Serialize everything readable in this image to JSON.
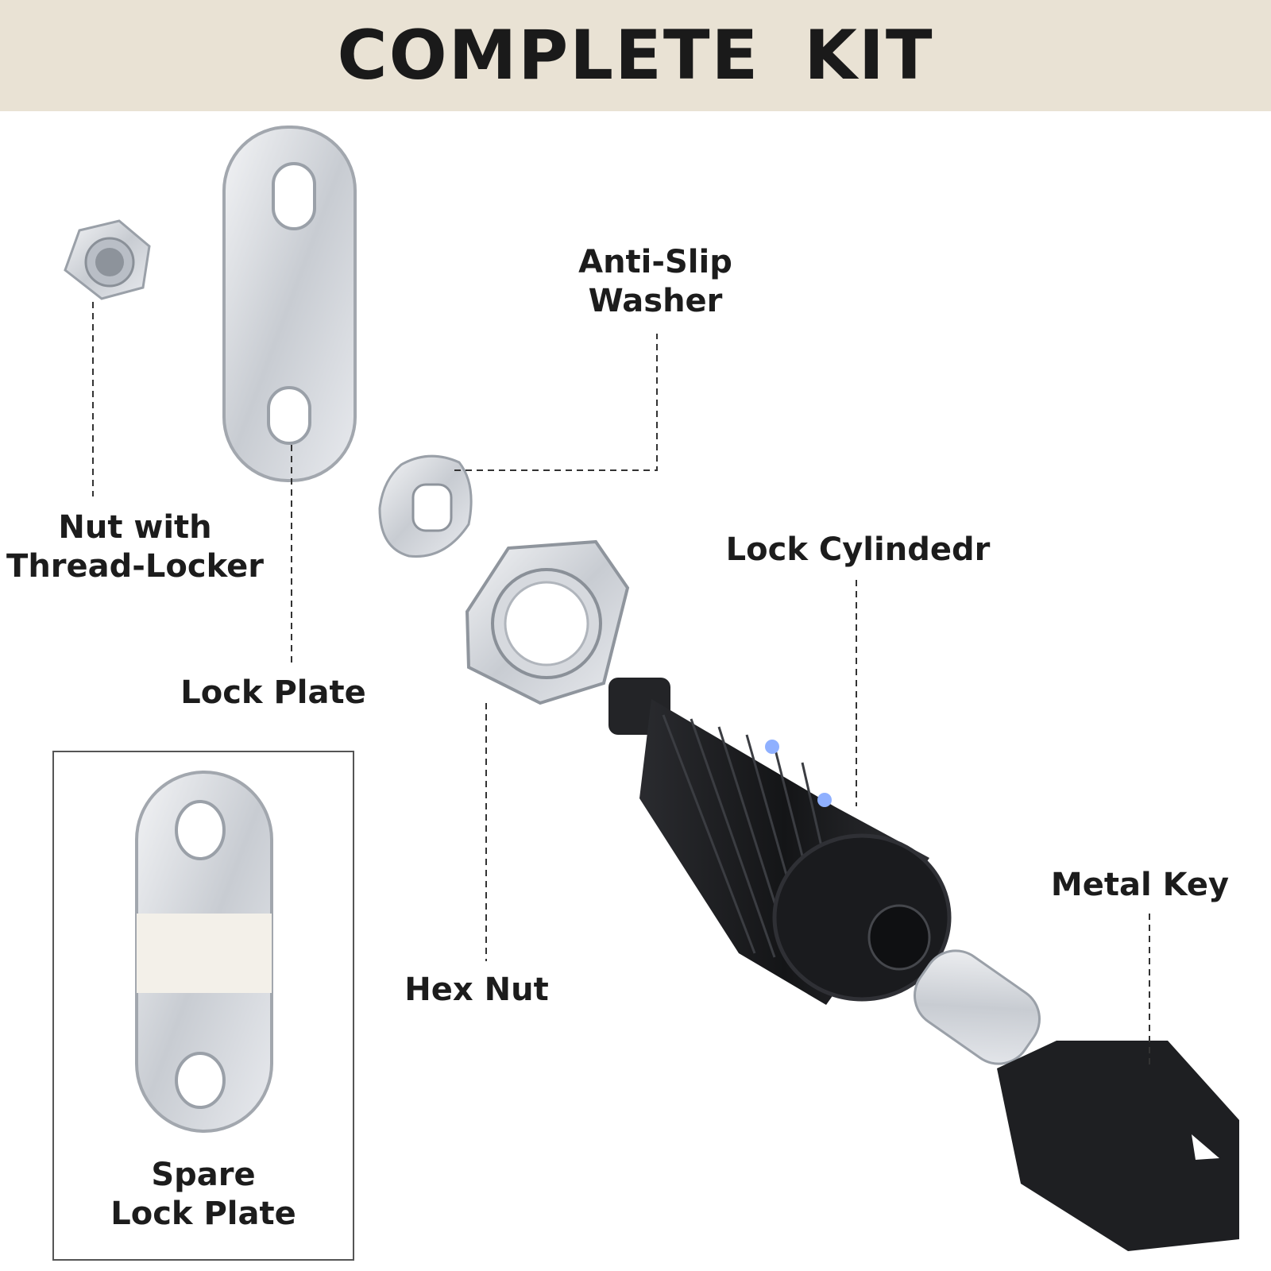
{
  "banner": {
    "title": "COMPLETE KIT"
  },
  "labels": {
    "nut_locker": "Nut with\nThread-Locker",
    "lock_plate": "Lock Plate",
    "washer": "Anti-Slip\nWasher",
    "lock_cylinder": "Lock Cylindedr",
    "hex_nut": "Hex Nut",
    "metal_key": "Metal Key",
    "spare_plate": "Spare\nLock Plate"
  },
  "colors": {
    "banner_bg": "#e9e2d4",
    "text": "#1c1c1c",
    "metal": "#c9ccd1",
    "black_part": "#1e1f22"
  }
}
